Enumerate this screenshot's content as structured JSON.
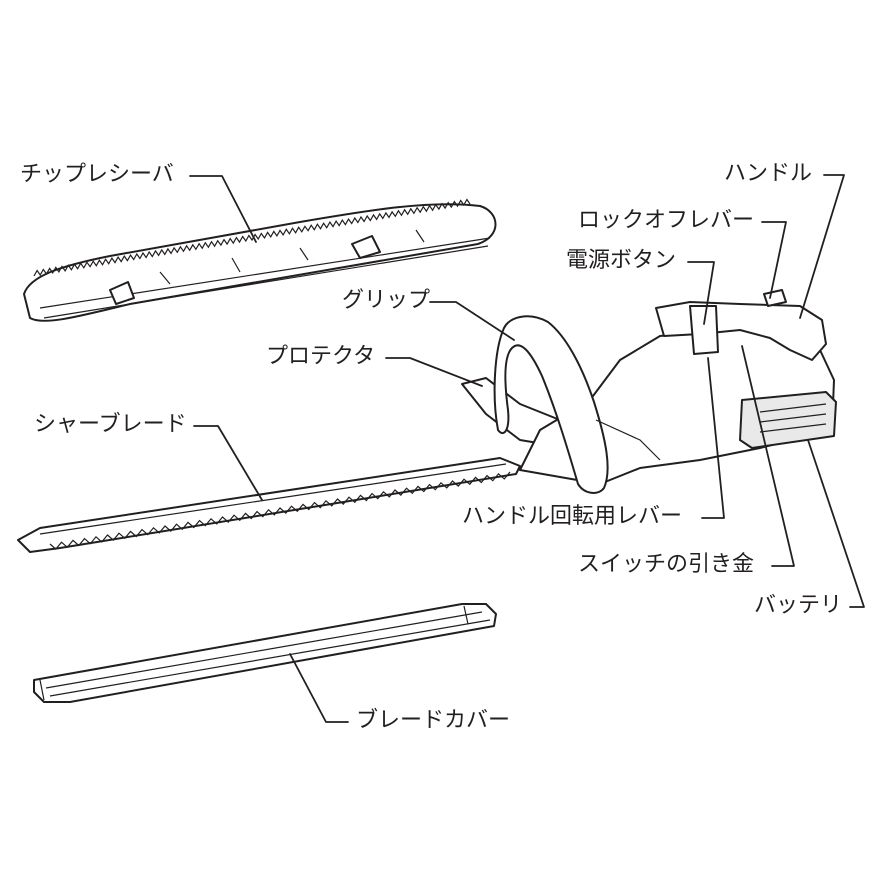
{
  "labels": {
    "chip_receiver": "チップレシーバ",
    "handle": "ハンドル",
    "lock_off_lever": "ロックオフレバー",
    "power_button": "電源ボタン",
    "grip": "グリップ",
    "protector": "プロテクタ",
    "shear_blade": "シャーブレード",
    "handle_rotation_lever": "ハンドル回転用レバー",
    "switch_trigger": "スイッチの引き金",
    "battery": "バッテリ",
    "blade_cover": "ブレードカバー"
  }
}
